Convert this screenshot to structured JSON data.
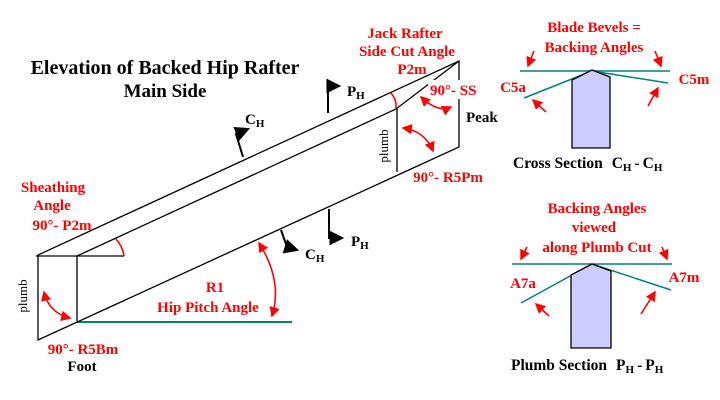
{
  "title": {
    "line1": "Elevation of Backed Hip Rafter",
    "line2": "Main Side"
  },
  "colors": {
    "annotation_red": "#ff0000",
    "line_black": "#000000",
    "reference_teal": "#008080",
    "section_fill": "#ccccff",
    "background_white": "#ffffff"
  },
  "elevation": {
    "sheathing_angle": {
      "line1": "Sheathing",
      "line2": "Angle",
      "line3": "90°- P2m"
    },
    "jack_rafter": {
      "line1": "Jack Rafter",
      "line2": "Side Cut Angle",
      "line3": "P2m"
    },
    "peak_side_cut_angle": "90°- SS",
    "peak_label": "Peak",
    "peak_plumb_angle": "90°- R5Pm",
    "foot_plumb_angle": "90°- R5Bm",
    "foot_label": "Foot",
    "pitch_ref": "R1",
    "pitch_name": "Hip Pitch Angle",
    "plumb_foot": "plumb",
    "plumb_peak": "plumb",
    "marker_c": "C",
    "marker_p": "P",
    "marker_sub": "H"
  },
  "cross_section": {
    "header_line1": "Blade Bevels =",
    "header_line2": "Backing Angles",
    "left_bevel": "C5a",
    "right_bevel": "C5m",
    "caption": "Cross Section",
    "caption_ref_letter": "C",
    "caption_ref_sub": "H",
    "caption_separator": "-"
  },
  "plumb_section": {
    "header_line1": "Backing Angles",
    "header_line2": "viewed",
    "header_line3": "along Plumb Cut",
    "left_bevel": "A7a",
    "right_bevel": "A7m",
    "caption": "Plumb Section",
    "caption_ref_letter": "P",
    "caption_ref_sub": "H",
    "caption_separator": "-"
  }
}
